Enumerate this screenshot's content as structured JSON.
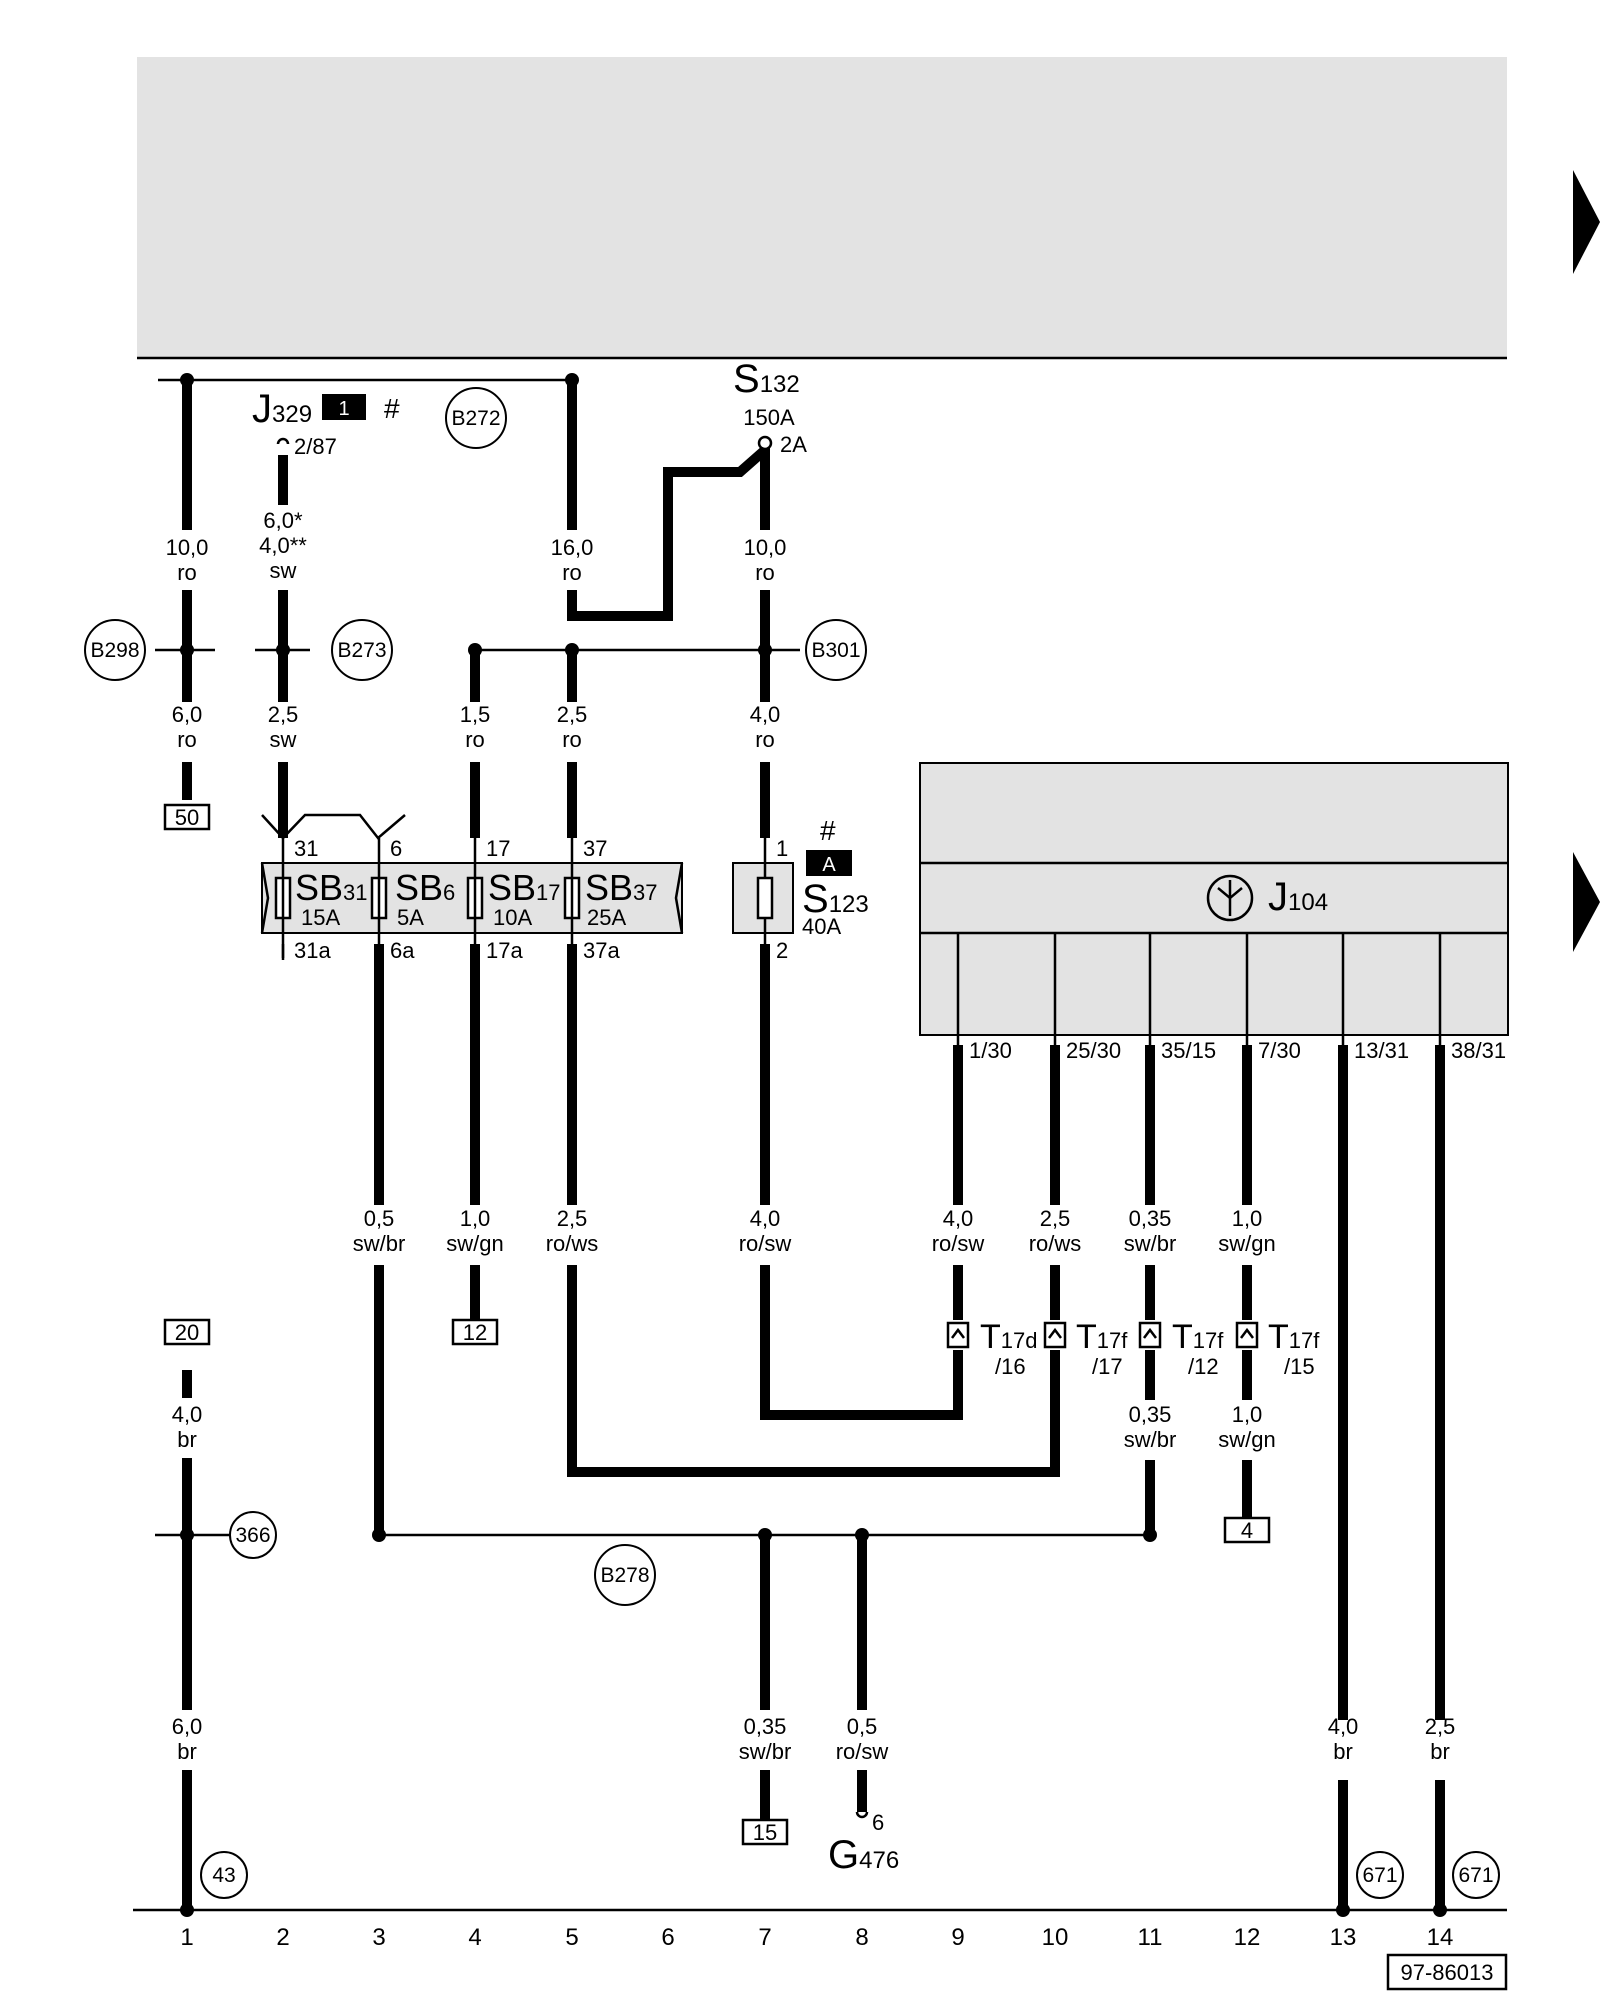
{
  "document_id": "97-86013",
  "columns": [
    "1",
    "2",
    "3",
    "4",
    "5",
    "6",
    "7",
    "8",
    "9",
    "10",
    "11",
    "12",
    "13",
    "14"
  ],
  "components": {
    "j329": {
      "name": "J",
      "sub": "329",
      "badge": "1",
      "mark": "#",
      "pin": "2/87"
    },
    "s132": {
      "name": "S",
      "sub": "132",
      "rating": "150A",
      "pin": "2A"
    },
    "sb31": {
      "name": "SB",
      "sub": "31",
      "rating": "15A",
      "pin_in": "31",
      "pin_out": "31a"
    },
    "sb6": {
      "name": "SB",
      "sub": "6",
      "rating": "5A",
      "pin_in": "6",
      "pin_out": "6a"
    },
    "sb17": {
      "name": "SB",
      "sub": "17",
      "rating": "10A",
      "pin_in": "17",
      "pin_out": "17a"
    },
    "sb37": {
      "name": "SB",
      "sub": "37",
      "rating": "25A",
      "pin_in": "37",
      "pin_out": "37a"
    },
    "s123": {
      "name": "S",
      "sub": "123",
      "rating": "40A",
      "mark": "#",
      "badge": "A",
      "pin_in": "1",
      "pin_out": "2"
    },
    "j104": {
      "name": "J",
      "sub": "104",
      "pins": [
        "1/30",
        "25/30",
        "35/15",
        "7/30",
        "13/31",
        "38/31"
      ]
    },
    "g476": {
      "name": "G",
      "sub": "476",
      "pin": "6"
    },
    "t17d16": {
      "name": "T",
      "sub": "17d",
      "pin": "/16"
    },
    "t17f17": {
      "name": "T",
      "sub": "17f",
      "pin": "/17"
    },
    "t17f12": {
      "name": "T",
      "sub": "17f",
      "pin": "/12"
    },
    "t17f15": {
      "name": "T",
      "sub": "17f",
      "pin": "/15"
    }
  },
  "nodes": {
    "b272": "B272",
    "b298": "B298",
    "b273": "B273",
    "b301": "B301",
    "b278": "B278",
    "n366": "366",
    "n43": "43",
    "n671a": "671",
    "n671b": "671"
  },
  "refs": {
    "r50": "50",
    "r20": "20",
    "r12": "12",
    "r4": "4",
    "r15": "15"
  },
  "wires": {
    "w1": {
      "size": "10,0",
      "color": "ro"
    },
    "w2": {
      "size": "6,0*",
      "size2": "4,0**",
      "color": "sw"
    },
    "w3": {
      "size": "16,0",
      "color": "ro"
    },
    "w4": {
      "size": "10,0",
      "color": "ro"
    },
    "w5": {
      "size": "6,0",
      "color": "ro"
    },
    "w6": {
      "size": "2,5",
      "color": "sw"
    },
    "w7": {
      "size": "1,5",
      "color": "ro"
    },
    "w8": {
      "size": "2,5",
      "color": "ro"
    },
    "w9": {
      "size": "4,0",
      "color": "ro"
    },
    "w10": {
      "size": "0,5",
      "color": "sw/br"
    },
    "w11": {
      "size": "1,0",
      "color": "sw/gn"
    },
    "w12": {
      "size": "2,5",
      "color": "ro/ws"
    },
    "w13": {
      "size": "4,0",
      "color": "ro/sw"
    },
    "w14": {
      "size": "4,0",
      "color": "ro/sw"
    },
    "w15": {
      "size": "2,5",
      "color": "ro/ws"
    },
    "w16": {
      "size": "0,35",
      "color": "sw/br"
    },
    "w17": {
      "size": "1,0",
      "color": "sw/gn"
    },
    "w18": {
      "size": "4,0",
      "color": "br"
    },
    "w19": {
      "size": "0,35",
      "color": "sw/br"
    },
    "w20": {
      "size": "1,0",
      "color": "sw/gn"
    },
    "w21": {
      "size": "6,0",
      "color": "br"
    },
    "w22": {
      "size": "0,35",
      "color": "sw/br"
    },
    "w23": {
      "size": "0,5",
      "color": "ro/sw"
    },
    "w24": {
      "size": "4,0",
      "color": "br"
    },
    "w25": {
      "size": "2,5",
      "color": "br"
    }
  }
}
